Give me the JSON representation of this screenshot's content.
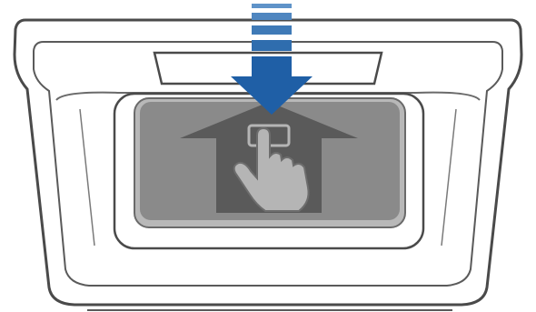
{
  "illustration": {
    "subject": "device-home-touch-button",
    "parts": {
      "bezel": "device-bezel",
      "slot": "button-slot",
      "button": "home-touch-pad",
      "arrow": "press-direction-arrow",
      "icon": "home-touch-icon"
    }
  },
  "colors": {
    "outline": "#4a4a4a",
    "bezel_fill": "#ffffff",
    "pad_outer": "#b8b8b8",
    "pad_inner": "#8a8a8a",
    "icon_dark": "#5a5a5a",
    "icon_mid": "#7a7a7a",
    "hand_fill": "#b5b5b5",
    "hand_outline": "#6d6d6d",
    "arrow_dark": "#1f5fa6",
    "arrow_light": "#5f93c9"
  }
}
